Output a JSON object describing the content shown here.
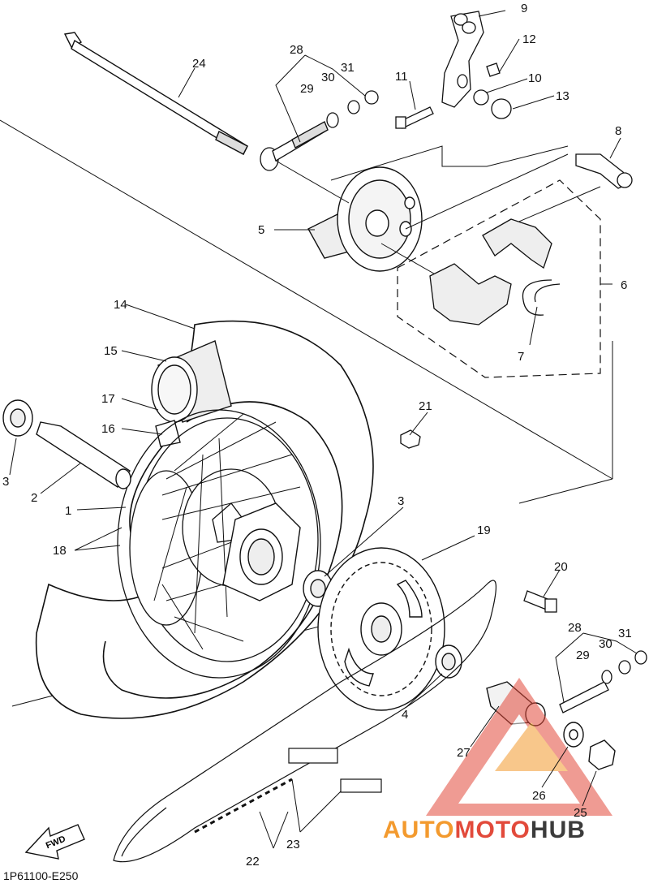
{
  "figure_code": "1P61100-E250",
  "fwd_label": "FWD",
  "watermark": {
    "part1": "AUTO",
    "part2": "MOTO",
    "part3": "HUB",
    "color1": "#f39a2e",
    "color2": "#e24a3b",
    "color3": "#3b3b3b"
  },
  "callouts": {
    "c1": "1",
    "c2": "2",
    "c3a": "3",
    "c3b": "3",
    "c4": "4",
    "c5": "5",
    "c6": "6",
    "c7": "7",
    "c8": "8",
    "c9": "9",
    "c10": "10",
    "c11": "11",
    "c12": "12",
    "c13": "13",
    "c14": "14",
    "c15": "15",
    "c16": "16",
    "c17": "17",
    "c18": "18",
    "c19": "19",
    "c20": "20",
    "c21": "21",
    "c22": "22",
    "c23": "23",
    "c24": "24",
    "c25": "25",
    "c26": "26",
    "c27": "27",
    "c28a": "28",
    "c29a": "29",
    "c30a": "30",
    "c31a": "31",
    "c28b": "28",
    "c29b": "29",
    "c30b": "30",
    "c31b": "31"
  }
}
